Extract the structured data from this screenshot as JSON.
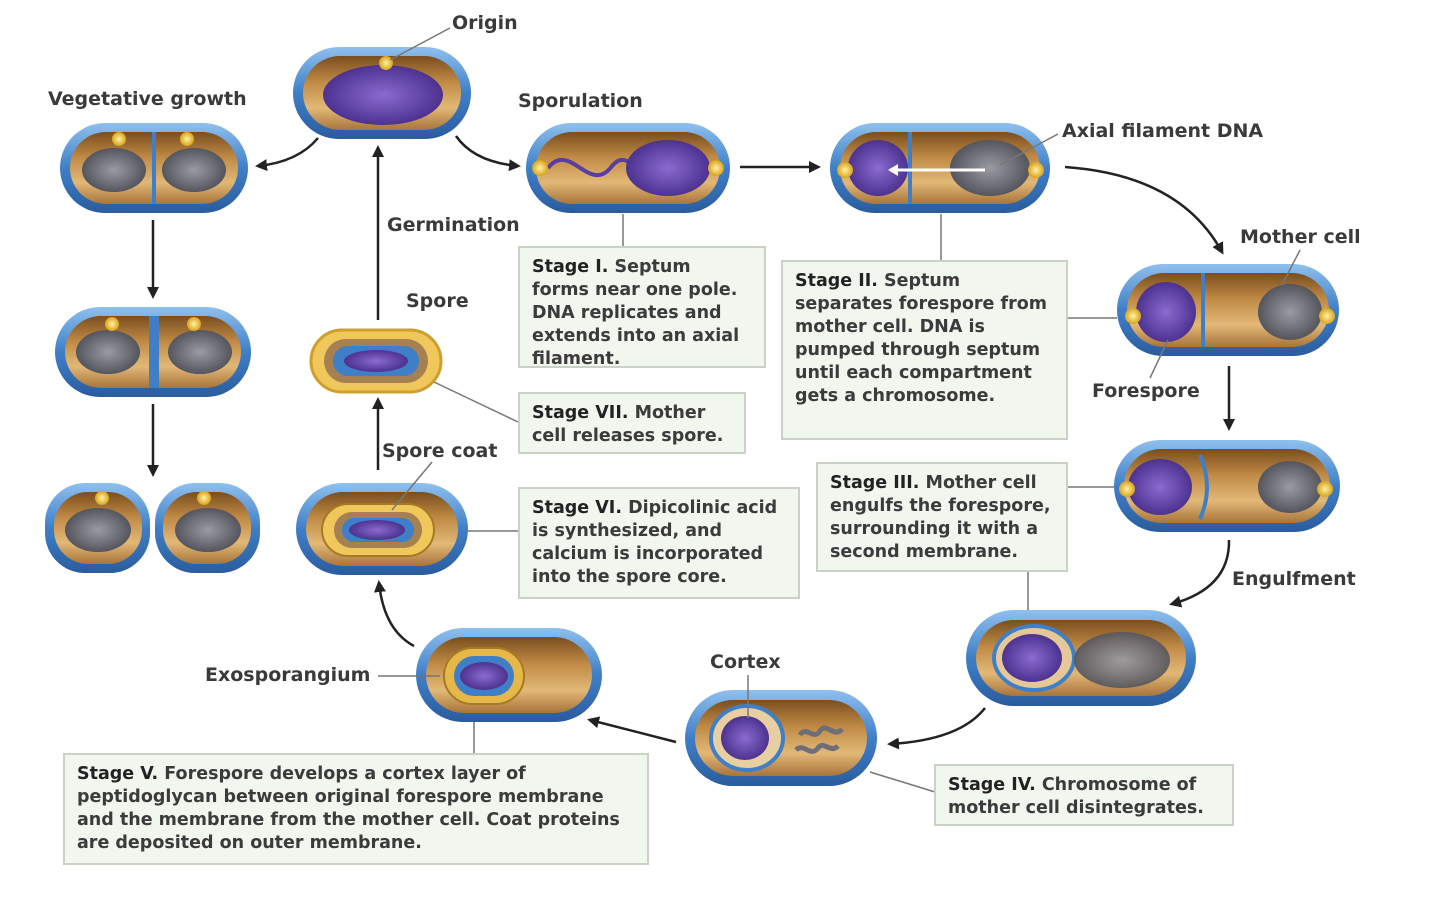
{
  "labels": {
    "origin": "Origin",
    "vegetative_growth": "Vegetative growth",
    "sporulation": "Sporulation",
    "axial_filament_dna": "Axial filament DNA",
    "germination": "Germination",
    "spore": "Spore",
    "mother_cell": "Mother cell",
    "forespore": "Forespore",
    "spore_coat": "Spore coat",
    "engulfment": "Engulfment",
    "cortex": "Cortex",
    "exosporangium": "Exosporangium"
  },
  "stages": {
    "s1": {
      "title": "Stage I.",
      "text": "Septum forms near one pole. DNA replicates and extends into an axial filament."
    },
    "s2": {
      "title": "Stage II.",
      "text": "Septum separates forespore from mother cell. DNA is pumped through septum until each compartment gets a chromosome."
    },
    "s3": {
      "title": "Stage III.",
      "text": "Mother cell engulfs the forespore, surrounding it with a second membrane."
    },
    "s4": {
      "title": "Stage IV.",
      "text": "Chromosome of mother cell disintegrates."
    },
    "s5": {
      "title": "Stage V.",
      "text": "Forespore develops a cortex layer of peptidoglycan between original forespore membrane and the membrane from the mother cell. Coat proteins are deposited on outer membrane."
    },
    "s6": {
      "title": "Stage VI.",
      "text": "Dipicolinic acid is synthesized, and calcium is incorporated into the spore core."
    },
    "s7": {
      "title": "Stage VII.",
      "text": "Mother cell releases spore."
    }
  },
  "colors": {
    "membrane_blue": "#3f7fc8",
    "cytoplasm": "#b07a3a",
    "dna_purple": "#6a4bb0",
    "dna_gray": "#6e6e78",
    "origin_yellow": "#f2c12e",
    "box_fill": "#f1f6ee",
    "box_border": "#c9d2c4",
    "spore_coat": "#e6b84a"
  }
}
